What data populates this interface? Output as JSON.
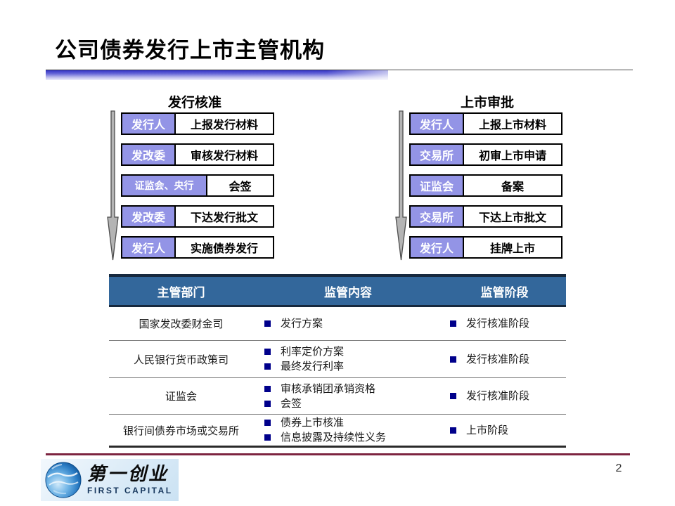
{
  "slide": {
    "title": "公司债券发行上市主管机构",
    "page_number": "2"
  },
  "flows": [
    {
      "title": "发行核准",
      "steps": [
        {
          "actor": "发行人",
          "action": "上报发行材料"
        },
        {
          "actor": "发改委",
          "action": "审核发行材料"
        },
        {
          "actor": "证监会、央行",
          "action": "会签"
        },
        {
          "actor": "发改委",
          "action": "下达发行批文"
        },
        {
          "actor": "发行人",
          "action": "实施债券发行"
        }
      ]
    },
    {
      "title": "上市审批",
      "steps": [
        {
          "actor": "发行人",
          "action": "上报上市材料"
        },
        {
          "actor": "交易所",
          "action": "初审上市申请"
        },
        {
          "actor": "证监会",
          "action": "备案"
        },
        {
          "actor": "交易所",
          "action": "下达上市批文"
        },
        {
          "actor": "发行人",
          "action": "挂牌上市"
        }
      ]
    }
  ],
  "table": {
    "headers": [
      "主管部门",
      "监管内容",
      "监管阶段"
    ],
    "rows": [
      {
        "department": "国家发改委财金司",
        "contents": [
          "发行方案"
        ],
        "stage": "发行核准阶段"
      },
      {
        "department": "人民银行货币政策司",
        "contents": [
          "利率定价方案",
          "最终发行利率"
        ],
        "stage": "发行核准阶段"
      },
      {
        "department": "证监会",
        "contents": [
          "审核承销团承销资格",
          "会签"
        ],
        "stage": "发行核准阶段"
      },
      {
        "department": "银行间债券市场或交易所",
        "contents": [
          "债券上市核准",
          "信息披露及持续性义务"
        ],
        "stage": "上市阶段"
      }
    ]
  },
  "footer": {
    "logo_cn": "第一创业",
    "logo_en": "FIRST CAPITAL"
  },
  "colors": {
    "actor_box": "#9394e6",
    "table_header": "#33679b",
    "bullet": "#00008b",
    "footer_line": "#7d2440",
    "title_bar": "#3232c4",
    "arrow": "#a8a8a8"
  }
}
